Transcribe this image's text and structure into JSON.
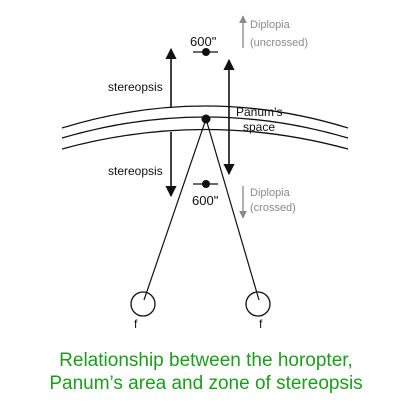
{
  "labels": {
    "stereopsis_top": "stereopsis",
    "stereopsis_bottom": "stereopsis",
    "angle_top": "600\"",
    "angle_bottom": "600\"",
    "panum_line1": "Panum’s",
    "panum_line2": "space",
    "diplopia_top_line1": "Diplopia",
    "diplopia_top_line2": "(uncrossed)",
    "diplopia_bottom_line1": "Diplopia",
    "diplopia_bottom_line2": "(crossed)",
    "eye_left_label": "f",
    "eye_right_label": "f"
  },
  "caption": {
    "line1": "Relationship between the horopter,",
    "line2": "Panum’s area and zone of stereopsis"
  },
  "colors": {
    "line": "#111111",
    "diplopia": "#8a8a8a",
    "caption": "#1e9c1e"
  }
}
